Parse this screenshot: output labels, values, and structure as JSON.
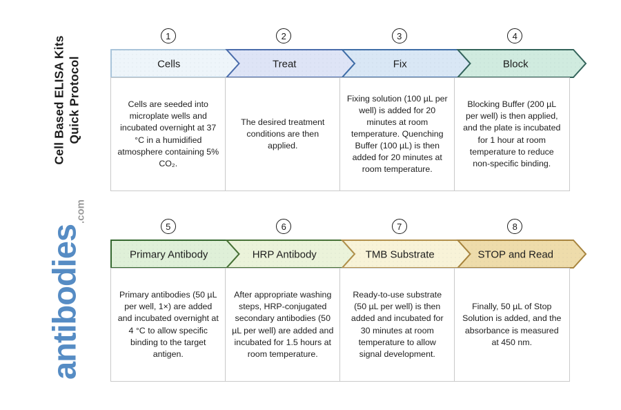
{
  "sidebar": {
    "title_line1": "Cell Based ELISA Kits",
    "title_line2": "Quick Protocol",
    "logo_text": "antibodies",
    "logo_suffix": ".com",
    "logo_color": "#568cc4",
    "logo_suffix_color": "#9b9b9b",
    "title_color": "#1d1d1d"
  },
  "theme": {
    "background": "#ffffff",
    "box_border": "#c9c9c9",
    "text": "#1d1d1d",
    "circle_border": "#1a1a1a"
  },
  "steps": [
    {
      "number": "1",
      "label": "Cells",
      "description": "Cells are seeded into microplate wells and incubated overnight at 37 °C in a humidified atmosphere containing 5% CO₂.",
      "fill": "#eef5fa",
      "border": "#a9c4da"
    },
    {
      "number": "2",
      "label": "Treat",
      "description": "The desired treatment conditions are then applied.",
      "fill": "#dee4f6",
      "border": "#4a6cab"
    },
    {
      "number": "3",
      "label": "Fix",
      "description": "Fixing solution (100 µL per well) is added for 20 minutes at room temperature. Quenching Buffer (100 µL) is then added for 20 minutes at room temperature.",
      "fill": "#d9e7f5",
      "border": "#3f6ea7"
    },
    {
      "number": "4",
      "label": "Block",
      "description": "Blocking Buffer (200 µL per well) is then applied, and the plate is incubated for 1 hour at room temperature to reduce non-specific binding.",
      "fill": "#d0ebdf",
      "border": "#33635a"
    },
    {
      "number": "5",
      "label": "Primary Antibody",
      "description": "Primary antibodies (50 µL per well, 1×) are added and incubated overnight at 4 °C to allow specific binding to the target antigen.",
      "fill": "#dff0d8",
      "border": "#35682f"
    },
    {
      "number": "6",
      "label": "HRP Antibody",
      "description": "After appropriate washing steps, HRP-conjugated secondary antibodies (50 µL per well) are added and incubated for 1.5 hours at room temperature.",
      "fill": "#ebf3da",
      "border": "#477136"
    },
    {
      "number": "7",
      "label": "TMB Substrate",
      "description": "Ready-to-use substrate (50 µL per well) is then added and incubated for 30 minutes at room temperature to allow signal development.",
      "fill": "#f8f3d8",
      "border": "#b2904b"
    },
    {
      "number": "8",
      "label": "STOP and Read",
      "description": "Finally, 50 µL of Stop Solution is added, and the absorbance is measured at 450 nm.",
      "fill": "#eedcab",
      "border": "#a7843e"
    }
  ]
}
